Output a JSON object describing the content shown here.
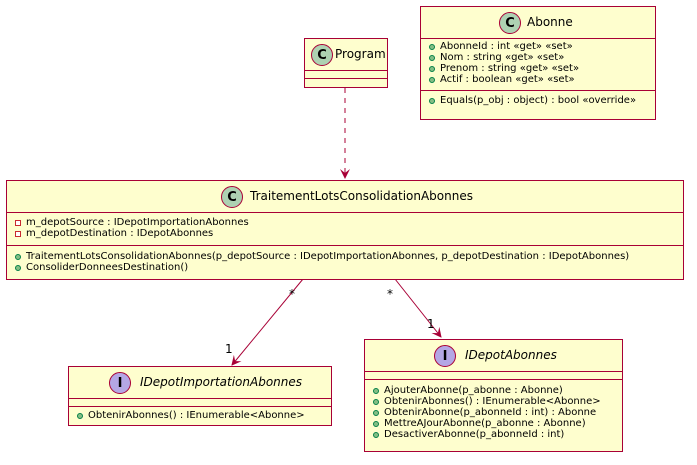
{
  "classes": {
    "program": {
      "name": "Program",
      "stereo": "C"
    },
    "abonne": {
      "name": "Abonne",
      "stereo": "C",
      "fields": [
        "AbonneId : int «get» «set»",
        "Nom : string «get» «set»",
        "Prenom : string «get» «set»",
        "Actif : boolean «get» «set»"
      ],
      "methods": [
        "Equals(p_obj : object) : bool «override»"
      ]
    },
    "traitement": {
      "name": "TraitementLotsConsolidationAbonnes",
      "stereo": "C",
      "fields": [
        "m_depotSource : IDepotImportationAbonnes",
        "m_depotDestination : IDepotAbonnes"
      ],
      "methods": [
        "TraitementLotsConsolidationAbonnes(p_depotSource : IDepotImportationAbonnes, p_depotDestination : IDepotAbonnes)",
        "ConsoliderDonneesDestination()"
      ]
    },
    "idepotimport": {
      "name": "IDepotImportationAbonnes",
      "stereo": "I",
      "methods": [
        "ObtenirAbonnes() : IEnumerable<Abonne>"
      ]
    },
    "idepotabonnes": {
      "name": "IDepotAbonnes",
      "stereo": "I",
      "methods": [
        "AjouterAbonne(p_abonne : Abonne)",
        "ObtenirAbonnes() : IEnumerable<Abonne>",
        "ObtenirAbonne(p_abonneId : int) : Abonne",
        "MettreAJourAbonne(p_abonne : Abonne)",
        "DesactiverAbonne(p_abonneId : int)"
      ]
    }
  },
  "relations": {
    "traitement_to_import": {
      "source_mult": "*",
      "target_mult": "1"
    },
    "traitement_to_abonnes": {
      "source_mult": "*",
      "target_mult": "1"
    }
  },
  "colors": {
    "box_fill": "#fefece",
    "border": "#a80036",
    "class_badge": "#add1b2",
    "interface_badge": "#b4a7e5"
  }
}
